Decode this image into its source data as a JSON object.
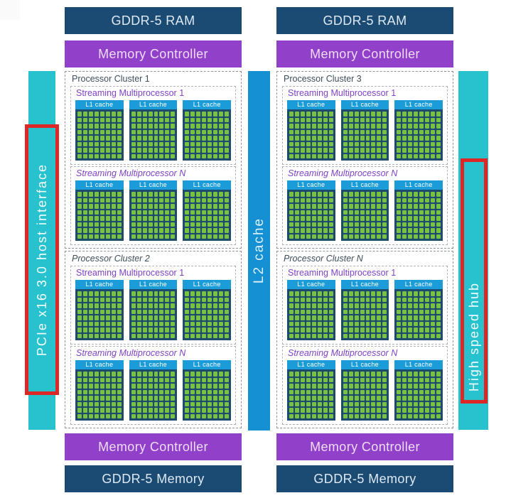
{
  "diagram": {
    "interfaces": {
      "pcie_label": "PCIe x16 3.0 host interface",
      "hub_label": "High speed hub",
      "l2_label": "L2 cache"
    },
    "l1_label": "L1 cache",
    "l1_blocks_per_sm": 3,
    "core_grid": {
      "rows": 8,
      "cols": 8
    },
    "colors": {
      "navy_bar": "#1b4a73",
      "purple_bar": "#9140c9",
      "teal_bar": "#28c2cf",
      "l2_blue": "#1590d2",
      "l1_header_blue": "#1b9cd8",
      "core_green": "#79c043",
      "core_bg_navy": "#1c4b6e",
      "red_highlight": "#dd2626",
      "cluster_label": "#3e4e5c",
      "sm_label": "#7f42c6"
    },
    "columns": [
      {
        "ram_top": "GDDR-5 RAM",
        "controller_top": "Memory Controller",
        "controller_bottom": "Memory Controller",
        "ram_bottom": "GDDR-5 Memory",
        "clusters": [
          {
            "label": "Processor Cluster 1",
            "italic": false,
            "multiprocessors": [
              {
                "label": "Streaming Multiprocessor 1",
                "italic": false
              },
              {
                "label": "Streaming Multiprocessor N",
                "italic": true
              }
            ]
          },
          {
            "label": "Processor Cluster 2",
            "italic": true,
            "multiprocessors": [
              {
                "label": "Streaming Multiprocessor 1",
                "italic": false
              },
              {
                "label": "Streaming Multiprocessor N",
                "italic": true
              }
            ]
          }
        ]
      },
      {
        "ram_top": "GDDR-5 RAM",
        "controller_top": "Memory Controller",
        "controller_bottom": "Memory Controller",
        "ram_bottom": "GDDR-5 Memory",
        "clusters": [
          {
            "label": "Processor Cluster 3",
            "italic": false,
            "multiprocessors": [
              {
                "label": "Streaming Multiprocessor 1",
                "italic": false
              },
              {
                "label": "Streaming Multiprocessor N",
                "italic": true
              }
            ]
          },
          {
            "label": "Processor Cluster N",
            "italic": true,
            "multiprocessors": [
              {
                "label": "Streaming Multiprocessor 1",
                "italic": false
              },
              {
                "label": "Streaming Multiprocessor N",
                "italic": true
              }
            ]
          }
        ]
      }
    ]
  }
}
